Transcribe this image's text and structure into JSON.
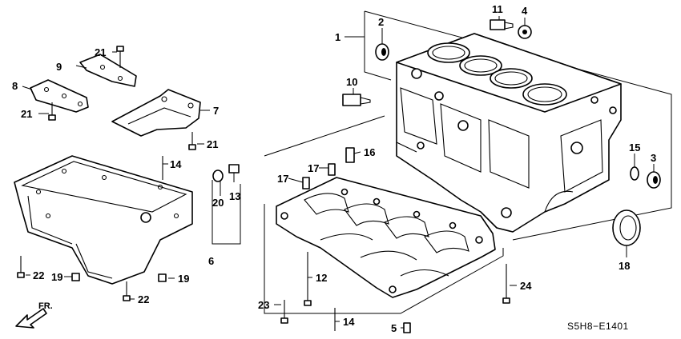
{
  "diagram": {
    "code": "S5H8−E1401",
    "direction_label": "FR.",
    "callouts": {
      "c1": "1",
      "c2": "2",
      "c3": "3",
      "c4": "4",
      "c5": "5",
      "c6": "6",
      "c7": "7",
      "c8": "8",
      "c9": "9",
      "c10": "10",
      "c11": "11",
      "c12": "12",
      "c13": "13",
      "c14a": "14",
      "c14b": "14",
      "c15": "15",
      "c16": "16",
      "c17a": "17",
      "c17b": "17",
      "c18": "18",
      "c19a": "19",
      "c19b": "19",
      "c20": "20",
      "c21a": "21",
      "c21b": "21",
      "c21c": "21",
      "c22a": "22",
      "c22b": "22",
      "c23": "23",
      "c24": "24"
    }
  }
}
